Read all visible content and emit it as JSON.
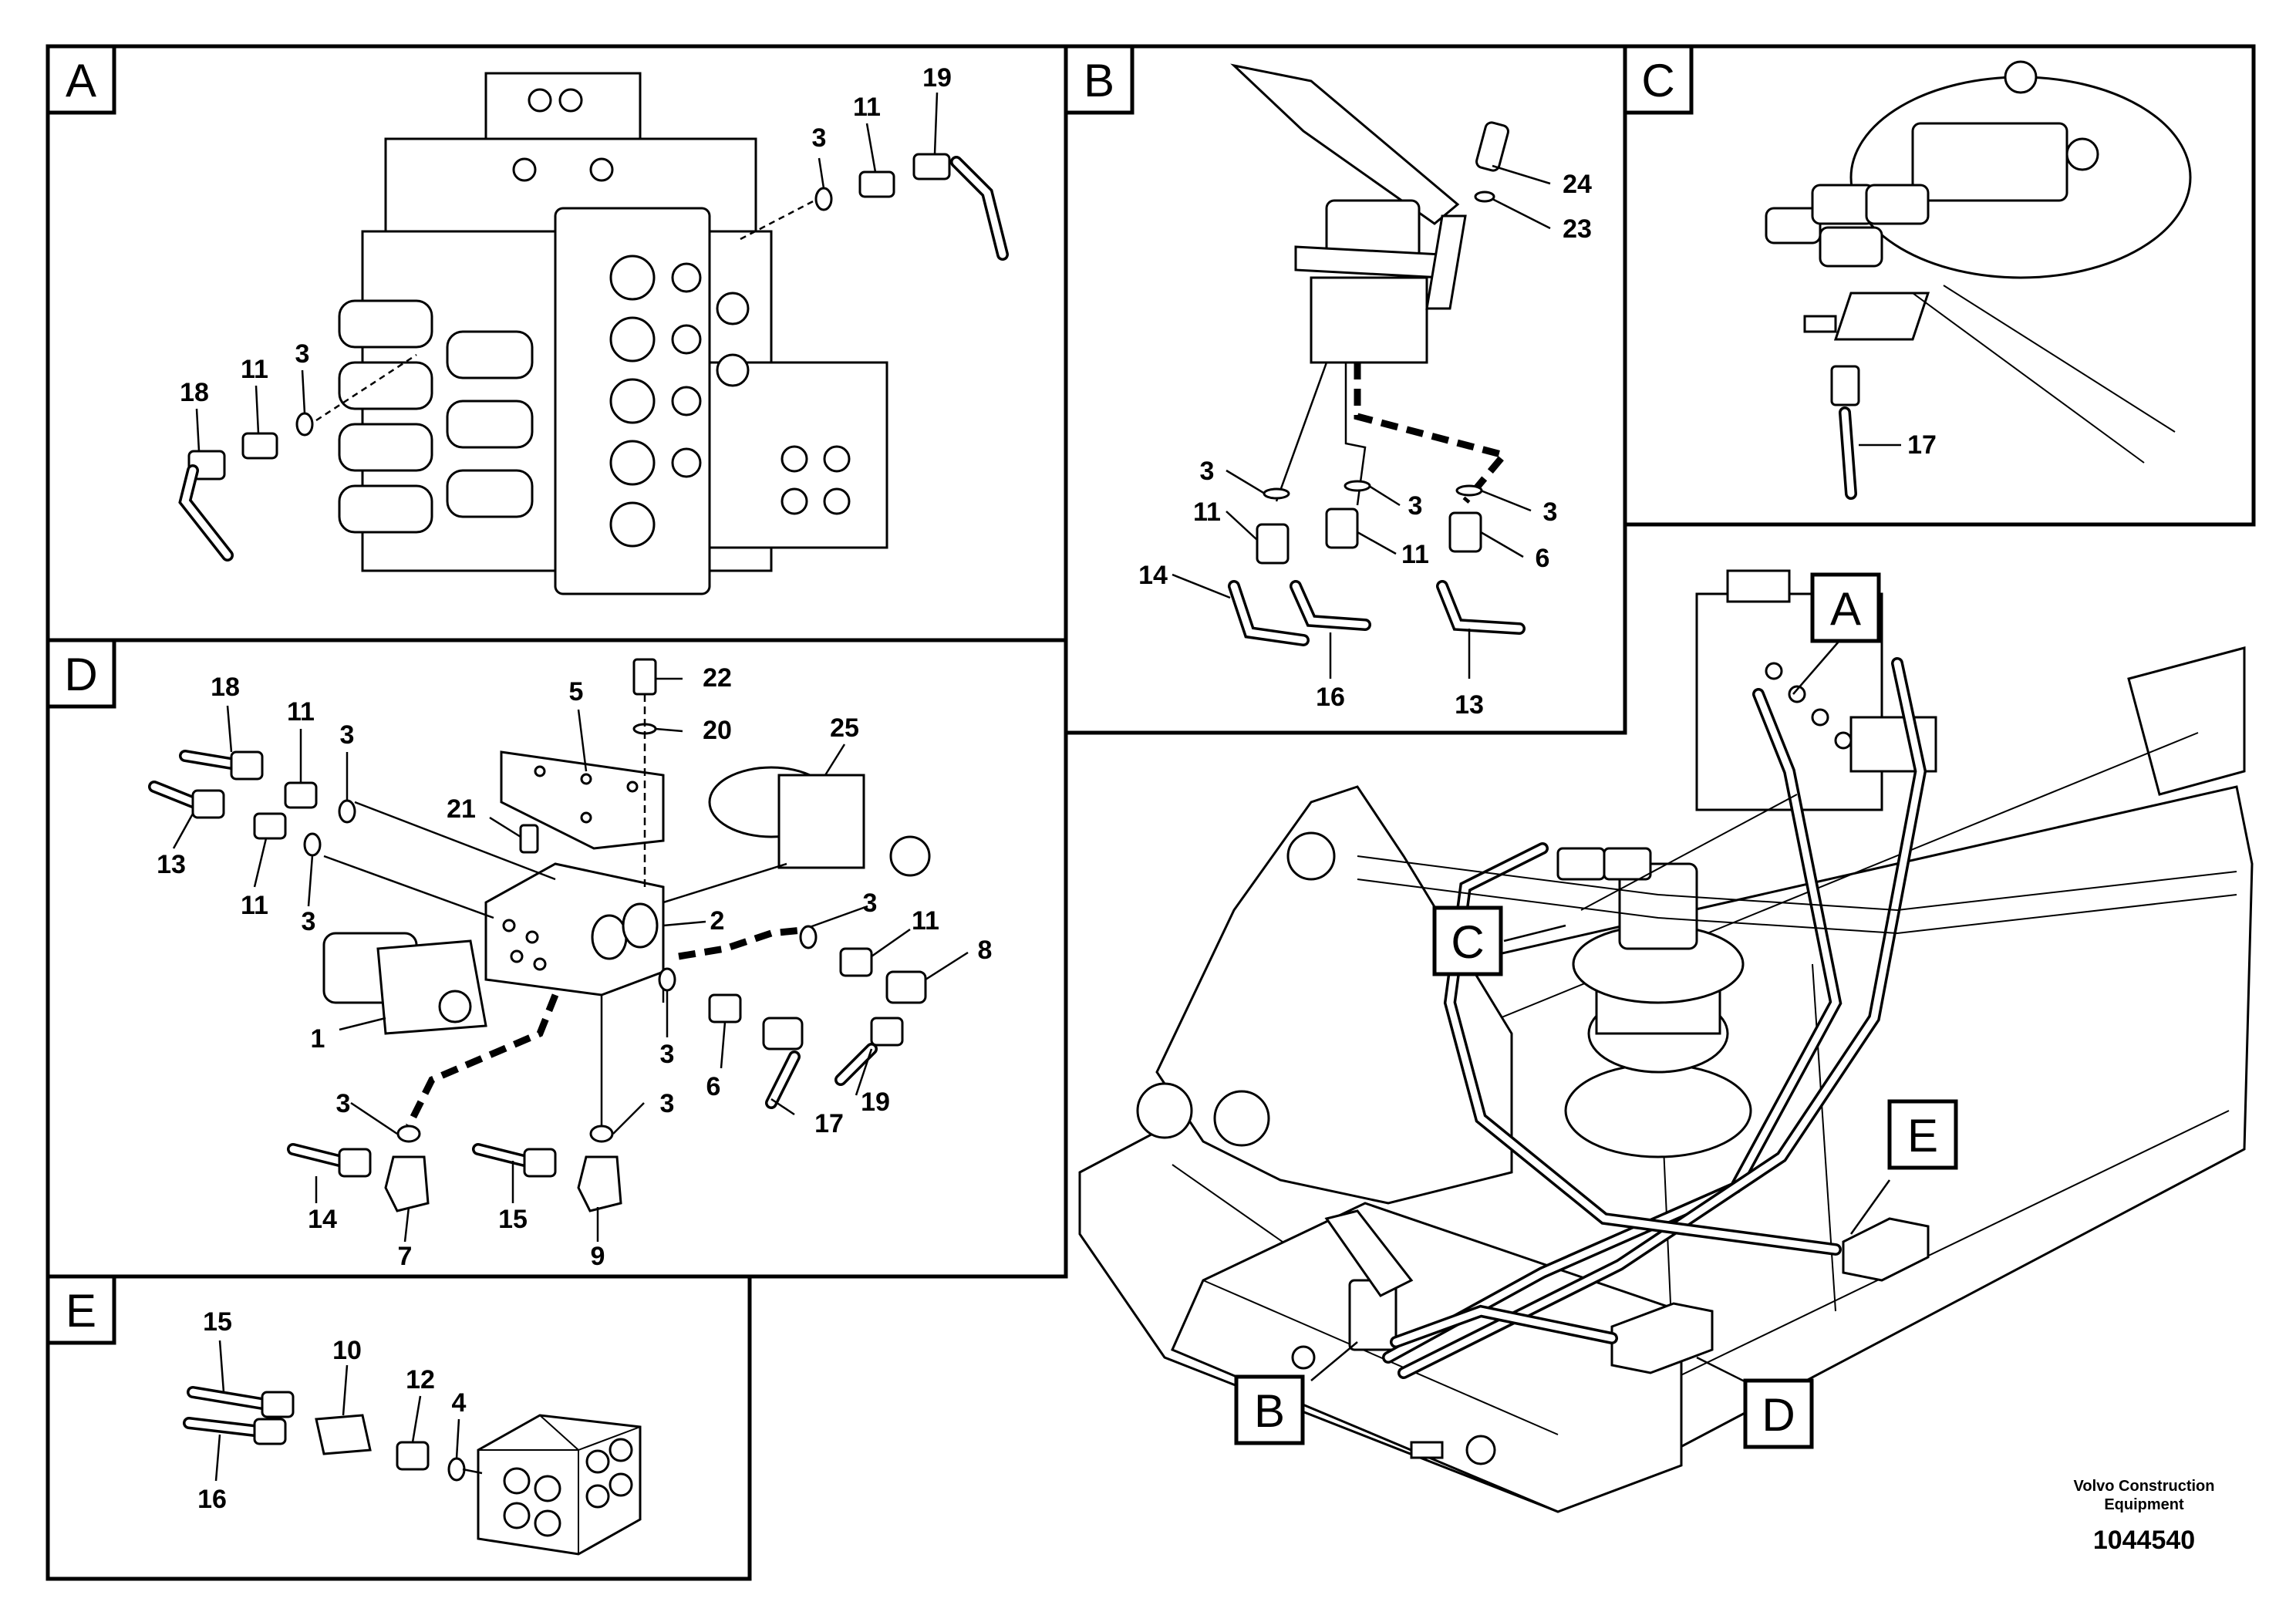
{
  "panels": {
    "A": {
      "tag": "A",
      "labels": [
        "3",
        "11",
        "19",
        "18",
        "11",
        "3"
      ]
    },
    "B": {
      "tag": "B",
      "labels": [
        "24",
        "23",
        "3",
        "3",
        "3",
        "11",
        "11",
        "6",
        "14",
        "16",
        "13"
      ]
    },
    "C": {
      "tag": "C",
      "labels": [
        "17"
      ]
    },
    "D": {
      "tag": "D",
      "labels": [
        "18",
        "11",
        "3",
        "22",
        "20",
        "5",
        "25",
        "21",
        "13",
        "11",
        "3",
        "2",
        "3",
        "11",
        "8",
        "1",
        "3",
        "6",
        "17",
        "19",
        "3",
        "3",
        "14",
        "7",
        "15",
        "9"
      ]
    },
    "E": {
      "tag": "E",
      "labels": [
        "15",
        "10",
        "12",
        "4",
        "16"
      ]
    }
  },
  "overview_tags": [
    "A",
    "C",
    "E",
    "B",
    "D"
  ],
  "credit": {
    "line1": "Volvo Construction",
    "line2": "Equipment"
  },
  "doc_number": "1044540"
}
